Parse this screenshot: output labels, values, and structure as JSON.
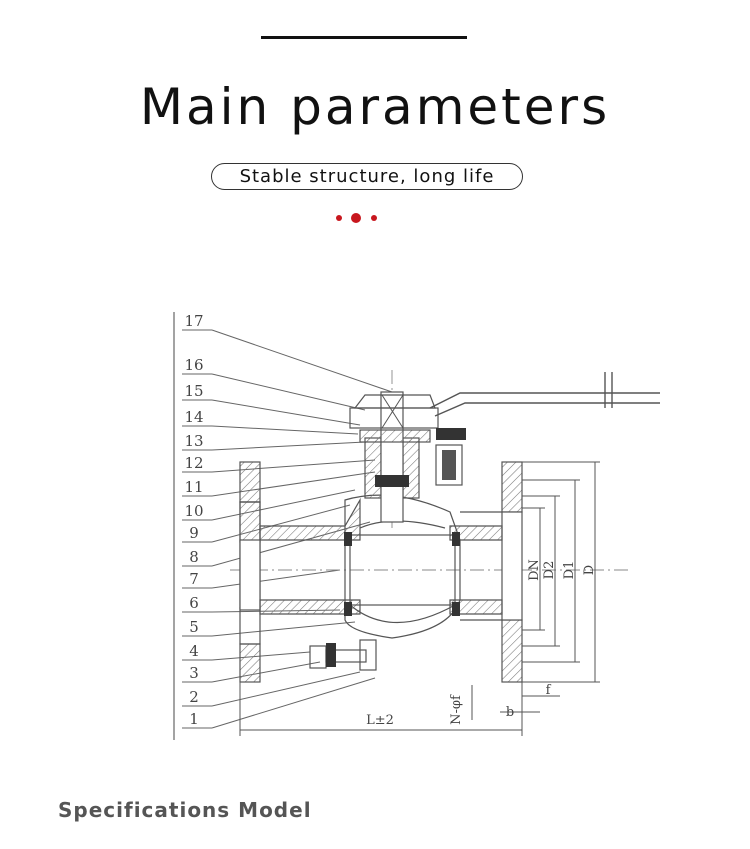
{
  "header": {
    "title": "Main parameters",
    "subtitle": "Stable structure, long life"
  },
  "drawing": {
    "part_numbers": [
      "17",
      "16",
      "15",
      "14",
      "13",
      "12",
      "11",
      "10",
      "9",
      "8",
      "7",
      "6",
      "5",
      "4",
      "3",
      "2",
      "1"
    ],
    "dimension_labels": {
      "length": "L±2",
      "bolt_holes": "N-φf",
      "b": "b",
      "f": "f",
      "dn": "DN",
      "d2": "D2",
      "d1": "D1",
      "d": "D"
    }
  },
  "footer": {
    "label": "Specifications Model"
  },
  "colors": {
    "accent": "#c8171e",
    "line": "#555555",
    "hatch": "#777777"
  }
}
